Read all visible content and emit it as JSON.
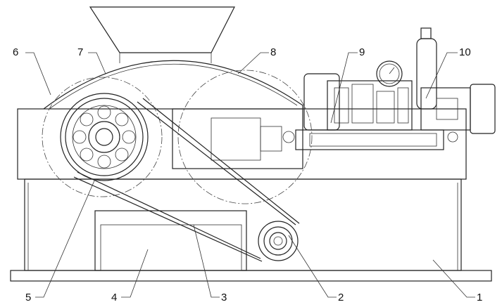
{
  "title": "Roller crusher assembly drawing",
  "callouts": [
    {
      "id": "1",
      "text": "1"
    },
    {
      "id": "2",
      "text": "2"
    },
    {
      "id": "3",
      "text": "3"
    },
    {
      "id": "4",
      "text": "4"
    },
    {
      "id": "5",
      "text": "5"
    },
    {
      "id": "6",
      "text": "6"
    },
    {
      "id": "7",
      "text": "7"
    },
    {
      "id": "8",
      "text": "8"
    },
    {
      "id": "9",
      "text": "9"
    },
    {
      "id": "10",
      "text": "10"
    }
  ]
}
